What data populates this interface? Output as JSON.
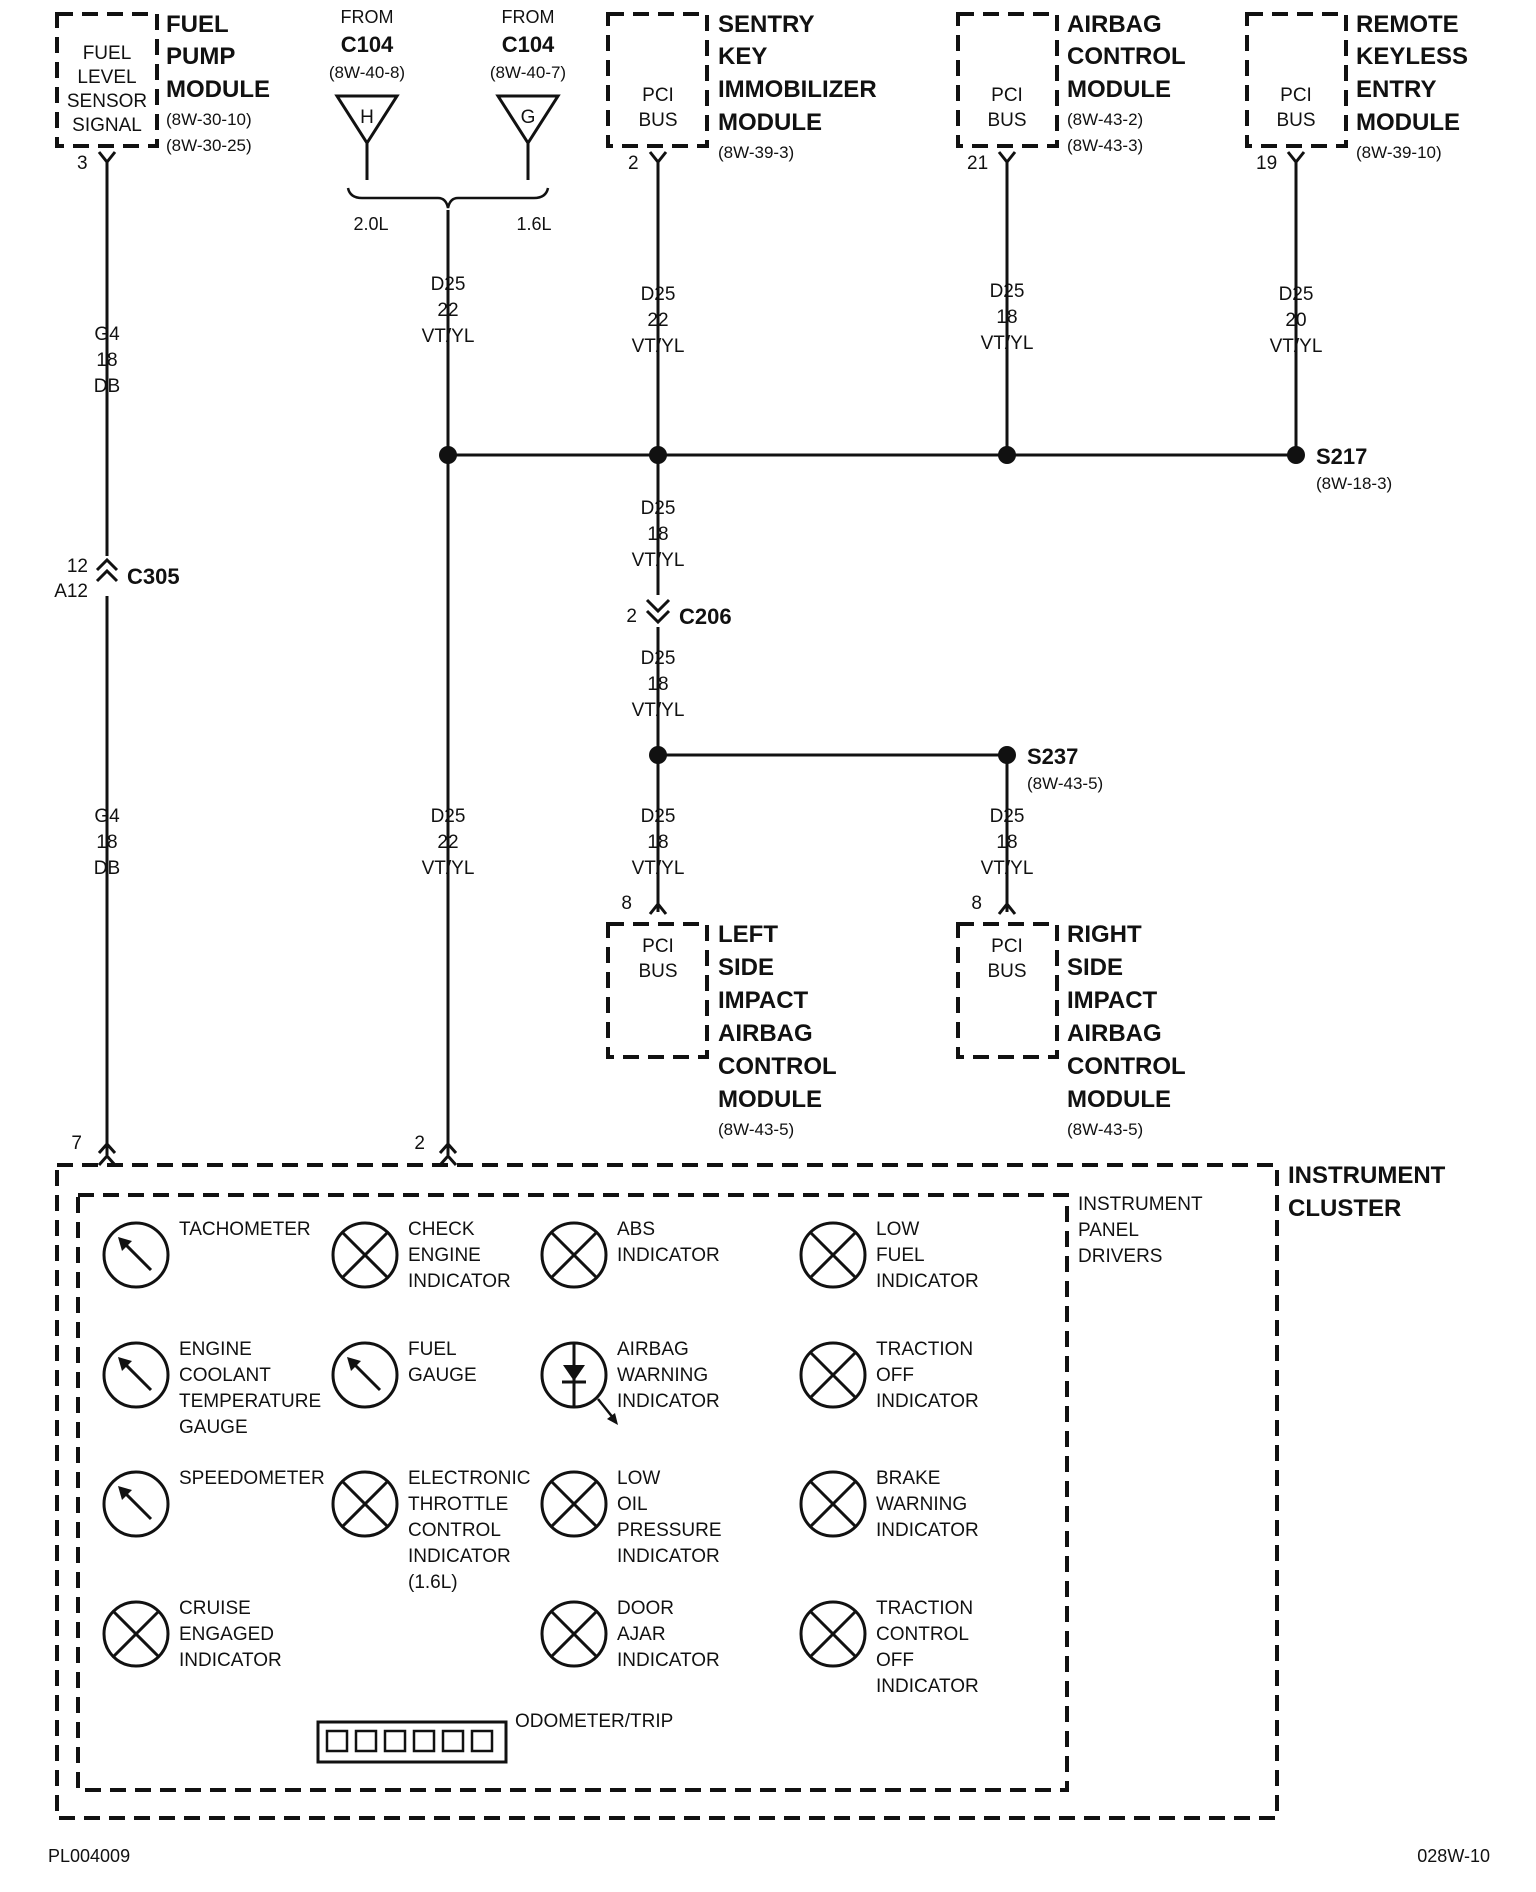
{
  "fuel_pump_module": {
    "title": [
      "FUEL",
      "PUMP",
      "MODULE"
    ],
    "refs": [
      "(8W-30-10)",
      "(8W-30-25)"
    ],
    "inner": [
      "FUEL",
      "LEVEL",
      "SENSOR",
      "SIGNAL"
    ],
    "pin": "3"
  },
  "from_c104_h": {
    "from": "FROM",
    "connector": "C104",
    "ref": "(8W-40-8)",
    "symbol": "H",
    "branch": "2.0L"
  },
  "from_c104_g": {
    "from": "FROM",
    "connector": "C104",
    "ref": "(8W-40-7)",
    "symbol": "G",
    "branch": "1.6L"
  },
  "sentry_key_module": {
    "title": [
      "SENTRY",
      "KEY",
      "IMMOBILIZER",
      "MODULE"
    ],
    "refs": [
      "(8W-39-3)"
    ],
    "inner": [
      "PCI",
      "BUS"
    ],
    "pin": "2"
  },
  "airbag_control_module": {
    "title": [
      "AIRBAG",
      "CONTROL",
      "MODULE"
    ],
    "refs": [
      "(8W-43-2)",
      "(8W-43-3)"
    ],
    "inner": [
      "PCI",
      "BUS"
    ],
    "pin": "21"
  },
  "remote_keyless_module": {
    "title": [
      "REMOTE",
      "KEYLESS",
      "ENTRY",
      "MODULE"
    ],
    "refs": [
      "(8W-39-10)"
    ],
    "inner": [
      "PCI",
      "BUS"
    ],
    "pin": "19"
  },
  "wire_labels": {
    "g4_upper": [
      "G4",
      "18",
      "DB"
    ],
    "g4_lower": [
      "G4",
      "18",
      "DB"
    ],
    "d25_c104": [
      "D25",
      "22",
      "VT/YL"
    ],
    "d25_cluster": [
      "D25",
      "22",
      "VT/YL"
    ],
    "d25_sentry": [
      "D25",
      "22",
      "VT/YL"
    ],
    "d25_airbag": [
      "D25",
      "18",
      "VT/YL"
    ],
    "d25_rke": [
      "D25",
      "20",
      "VT/YL"
    ],
    "d25_s217_down": [
      "D25",
      "18",
      "VT/YL"
    ],
    "d25_c206_down": [
      "D25",
      "18",
      "VT/YL"
    ],
    "d25_left_sia": [
      "D25",
      "18",
      "VT/YL"
    ],
    "d25_right_sia": [
      "D25",
      "18",
      "VT/YL"
    ]
  },
  "splices": {
    "s217": {
      "name": "S217",
      "ref": "(8W-18-3)"
    },
    "s237": {
      "name": "S237",
      "ref": "(8W-43-5)"
    }
  },
  "connectors": {
    "c305": {
      "name": "C305",
      "pins": [
        "12",
        "A12"
      ]
    },
    "c206": {
      "name": "C206",
      "pin": "2"
    }
  },
  "left_sia_module": {
    "title": [
      "LEFT",
      "SIDE",
      "IMPACT",
      "AIRBAG",
      "CONTROL",
      "MODULE"
    ],
    "refs": [
      "(8W-43-5)"
    ],
    "inner": [
      "PCI",
      "BUS"
    ],
    "pin": "8"
  },
  "right_sia_module": {
    "title": [
      "RIGHT",
      "SIDE",
      "IMPACT",
      "AIRBAG",
      "CONTROL",
      "MODULE"
    ],
    "refs": [
      "(8W-43-5)"
    ],
    "inner": [
      "PCI",
      "BUS"
    ],
    "pin": "8"
  },
  "instrument_cluster": {
    "title": [
      "INSTRUMENT",
      "CLUSTER"
    ],
    "panel": [
      "INSTRUMENT",
      "PANEL",
      "DRIVERS"
    ],
    "pins": {
      "g4": "7",
      "d25": "2"
    },
    "items": [
      {
        "kind": "gauge",
        "lines": [
          "TACHOMETER"
        ]
      },
      {
        "kind": "lamp",
        "lines": [
          "CHECK",
          "ENGINE",
          "INDICATOR"
        ]
      },
      {
        "kind": "lamp",
        "lines": [
          "ABS",
          "INDICATOR"
        ]
      },
      {
        "kind": "lamp",
        "lines": [
          "LOW",
          "FUEL",
          "INDICATOR"
        ]
      },
      {
        "kind": "gauge",
        "lines": [
          "ENGINE",
          "COOLANT",
          "TEMPERATURE",
          "GAUGE"
        ]
      },
      {
        "kind": "gauge",
        "lines": [
          "FUEL",
          "GAUGE"
        ]
      },
      {
        "kind": "led",
        "lines": [
          "AIRBAG",
          "WARNING",
          "INDICATOR"
        ]
      },
      {
        "kind": "lamp",
        "lines": [
          "TRACTION",
          "OFF",
          "INDICATOR"
        ]
      },
      {
        "kind": "gauge",
        "lines": [
          "SPEEDOMETER"
        ]
      },
      {
        "kind": "lamp",
        "lines": [
          "ELECTRONIC",
          "THROTTLE",
          "CONTROL",
          "INDICATOR",
          "(1.6L)"
        ]
      },
      {
        "kind": "lamp",
        "lines": [
          "LOW",
          "OIL",
          "PRESSURE",
          "INDICATOR"
        ]
      },
      {
        "kind": "lamp",
        "lines": [
          "BRAKE",
          "WARNING",
          "INDICATOR"
        ]
      },
      {
        "kind": "lamp",
        "lines": [
          "CRUISE",
          "ENGAGED",
          "INDICATOR"
        ]
      },
      {
        "kind": "lamp",
        "lines": [
          "DOOR",
          "AJAR",
          "INDICATOR"
        ]
      },
      {
        "kind": "lamp",
        "lines": [
          "TRACTION",
          "CONTROL",
          "OFF",
          "INDICATOR"
        ]
      }
    ],
    "odometer": "ODOMETER/TRIP"
  },
  "footer": {
    "left": "PL004009",
    "right": "028W-10"
  }
}
